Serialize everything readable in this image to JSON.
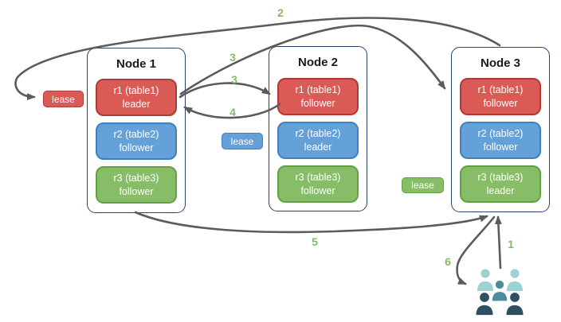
{
  "colors": {
    "red_fill": "#da5b55",
    "red_border": "#b03a34",
    "blue_fill": "#64a1d8",
    "blue_border": "#4081bd",
    "green_fill": "#87bd66",
    "green_border": "#63a144",
    "node_border": "#2b4170",
    "arrow": "#5b5b5d",
    "step_number": "#85bb65",
    "title_text": "#1a1a1a",
    "client_light": "#9ed1d1",
    "client_mid": "#4d8b99",
    "client_dark": "#2f5061"
  },
  "nodes": [
    {
      "title": "Node 1",
      "replicas": [
        {
          "line1": "r1 (table1)",
          "line2": "leader"
        },
        {
          "line1": "r2 (table2)",
          "line2": "follower"
        },
        {
          "line1": "r3 (table3)",
          "line2": "follower"
        }
      ]
    },
    {
      "title": "Node 2",
      "replicas": [
        {
          "line1": "r1 (table1)",
          "line2": "follower"
        },
        {
          "line1": "r2 (table2)",
          "line2": "leader"
        },
        {
          "line1": "r3 (table3)",
          "line2": "follower"
        }
      ]
    },
    {
      "title": "Node 3",
      "replicas": [
        {
          "line1": "r1 (table1)",
          "line2": "follower"
        },
        {
          "line1": "r2 (table2)",
          "line2": "follower"
        },
        {
          "line1": "r3 (table3)",
          "line2": "leader"
        }
      ]
    }
  ],
  "leases": [
    {
      "label": "lease"
    },
    {
      "label": "lease"
    },
    {
      "label": "lease"
    }
  ],
  "steps": [
    {
      "value": "1"
    },
    {
      "value": "2"
    },
    {
      "value": "3"
    },
    {
      "value": "3"
    },
    {
      "value": "4"
    },
    {
      "value": "5"
    },
    {
      "value": "6"
    }
  ],
  "icons": {
    "clients": "users-icon"
  }
}
